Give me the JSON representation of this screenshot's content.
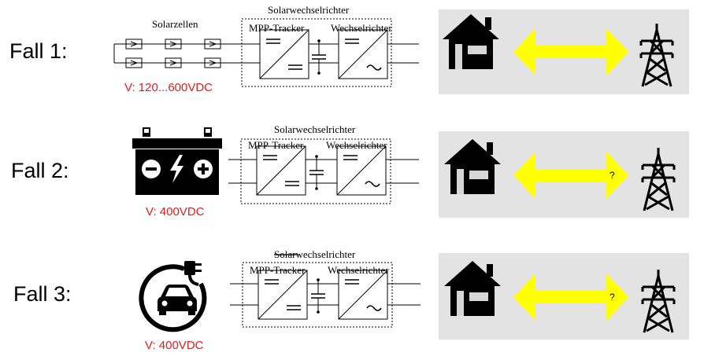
{
  "cases": [
    {
      "label": "Fall 1:",
      "source": "solar",
      "source_label": "Solarzellen",
      "voltage": "V: 120...600VDC",
      "inverter_title": "Solarwechselrichter",
      "inverter_title_struck": "",
      "inverter_title_rest": "",
      "mpp_label": "MPP-Tracker",
      "inverter_label": "Wechselrichter",
      "arrow_mark": ""
    },
    {
      "label": "Fall 2:",
      "source": "battery",
      "voltage": "V: 400VDC",
      "inverter_title": "Solarwechselrichter",
      "inverter_title_struck": "",
      "inverter_title_rest": "",
      "mpp_label": "MPP-Tracker",
      "inverter_label": "Wechselrichter",
      "arrow_mark": "?"
    },
    {
      "label": "Fall 3:",
      "source": "electric-car",
      "voltage": "V: 400VDC",
      "inverter_title": "",
      "inverter_title_struck": "Solar",
      "inverter_title_rest": "wechselrichter",
      "mpp_label": "MPP-Tracker",
      "inverter_label": "Wechselrichter",
      "arrow_mark": "?"
    }
  ],
  "colors": {
    "voltage_text": "#e02020",
    "arrow": "#ffff00",
    "panel_bg": "#e3e3e3",
    "icon": "#000000"
  },
  "icons": [
    "house-icon",
    "double-arrow-icon",
    "power-pylon-icon",
    "battery-icon",
    "electric-car-icon",
    "solar-cell-icon"
  ]
}
